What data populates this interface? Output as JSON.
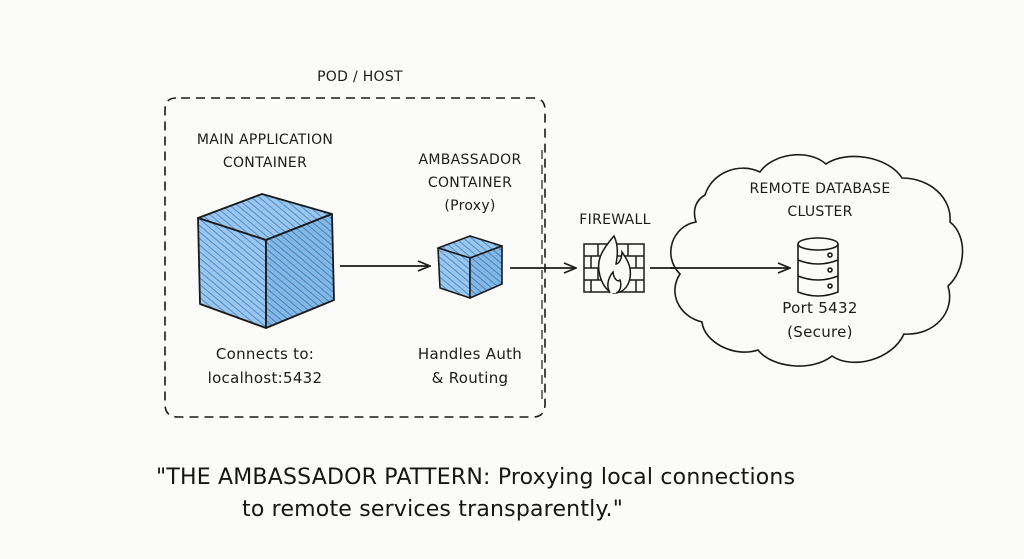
{
  "diagram": {
    "pod": {
      "label": "POD / HOST"
    },
    "main_container": {
      "title_line1": "MAIN APPLICATION",
      "title_line2": "CONTAINER",
      "note_line1": "Connects to:",
      "note_line2": "localhost:5432"
    },
    "ambassador": {
      "title_line1": "AMBASSADOR",
      "title_line2": "CONTAINER",
      "title_line3": "(Proxy)",
      "note_line1": "Handles Auth",
      "note_line2": "& Routing"
    },
    "firewall": {
      "label": "FIREWALL"
    },
    "remote": {
      "title_line1": "REMOTE DATABASE",
      "title_line2": "CLUSTER",
      "note_line1": "Port 5432",
      "note_line2": "(Secure)"
    },
    "caption": {
      "line1": "\"THE AMBASSADOR PATTERN: Proxying local connections",
      "line2": "to remote services transparently.\""
    },
    "colors": {
      "cube_fill": "#8cbbe6",
      "cube_hatch": "#4a8fd0",
      "stroke": "#1a1a1a",
      "background": "#fbfbf9"
    },
    "icons": {
      "main": "cube-icon",
      "ambassador": "cube-icon",
      "firewall": "firewall-icon",
      "database": "database-icon",
      "remote": "cloud-shape"
    }
  }
}
